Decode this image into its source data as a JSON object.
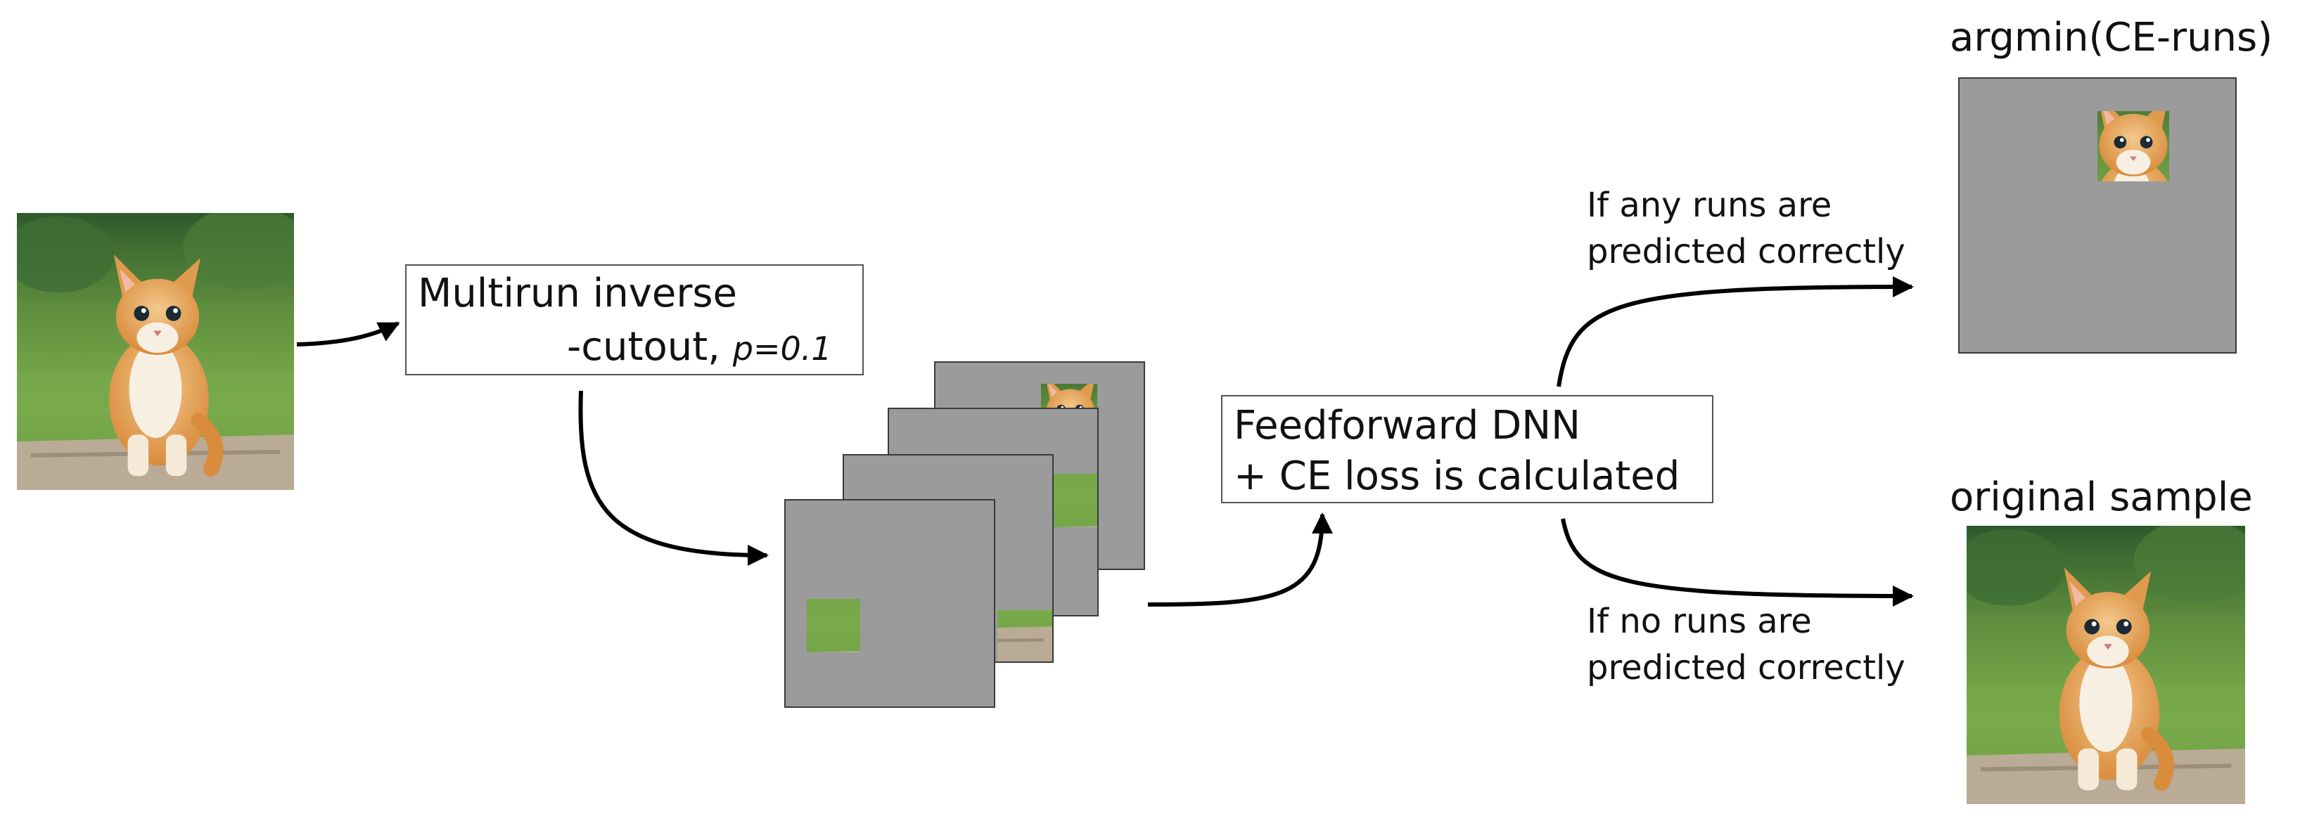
{
  "step1": {
    "line1": "Multirun inverse",
    "line2": "-cutout, ",
    "param": "p=0.1"
  },
  "step2": {
    "line1": "Feedforward DNN",
    "line2": "+ CE loss is calculated"
  },
  "branch_yes": {
    "line1": "If any runs are",
    "line2": "predicted correctly",
    "result": "argmin(CE-runs)"
  },
  "branch_no": {
    "line1": "If no runs are",
    "line2": "predicted correctly",
    "result": "original sample"
  },
  "colors": {
    "patch_grey": "#9b9b9b",
    "border": "#555555",
    "arrow": "#000000"
  }
}
